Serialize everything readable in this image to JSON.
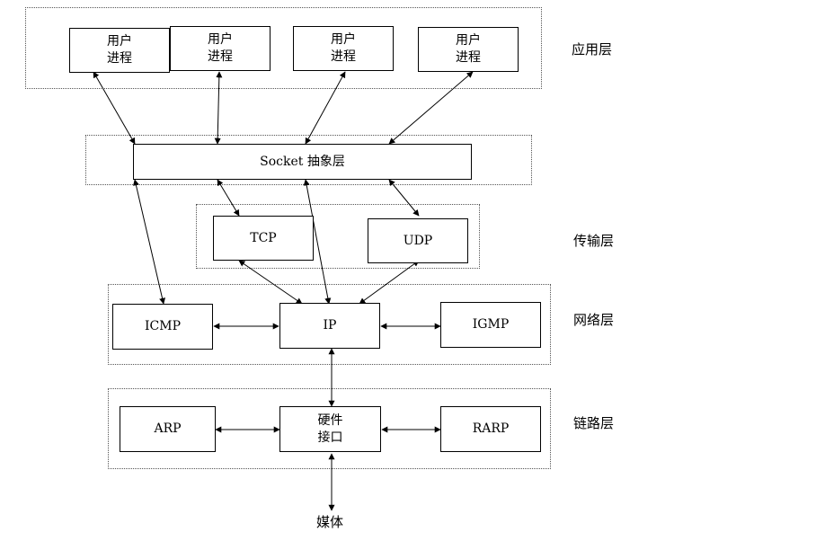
{
  "layers": {
    "application": "应用层",
    "transport": "传输层",
    "network": "网络层",
    "link": "链路层"
  },
  "nodes": {
    "user_process_line1": "用户",
    "user_process_line2": "进程",
    "socket": "Socket 抽象层",
    "tcp": "TCP",
    "udp": "UDP",
    "icmp": "ICMP",
    "ip": "IP",
    "igmp": "IGMP",
    "arp": "ARP",
    "hw_line1": "硬件",
    "hw_line2": "接口",
    "rarp": "RARP",
    "media": "媒体"
  },
  "edges": [
    [
      "user1",
      "socket"
    ],
    [
      "user2",
      "socket"
    ],
    [
      "user3",
      "socket"
    ],
    [
      "user4",
      "socket"
    ],
    [
      "socket",
      "tcp"
    ],
    [
      "socket",
      "udp"
    ],
    [
      "socket",
      "icmp"
    ],
    [
      "socket",
      "ip"
    ],
    [
      "tcp",
      "ip"
    ],
    [
      "udp",
      "ip"
    ],
    [
      "icmp",
      "ip"
    ],
    [
      "ip",
      "igmp"
    ],
    [
      "ip",
      "hardware"
    ],
    [
      "arp",
      "hardware"
    ],
    [
      "hardware",
      "rarp"
    ],
    [
      "hardware",
      "media"
    ]
  ]
}
